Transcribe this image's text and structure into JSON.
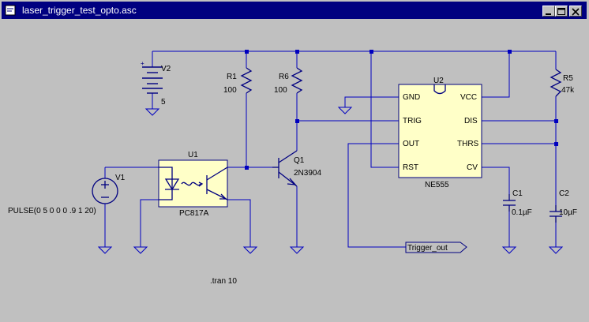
{
  "window": {
    "title": "laser_trigger_test_opto.asc",
    "controls": [
      "minimize",
      "maximize",
      "close"
    ]
  },
  "schematic": {
    "background": "#c0c0c0",
    "wire_color": "#0000c0",
    "component_color": "#000080",
    "component_fill": "#ffffc8",
    "labels": {
      "v2": "V2",
      "v2_value": "5",
      "r1": "R1",
      "r1_value": "100",
      "r6": "R6",
      "r6_value": "100",
      "u2": "U2",
      "r5": "R5",
      "r5_value": "47k",
      "gnd_pin": "GND",
      "vcc_pin": "VCC",
      "trig_pin": "TRIG",
      "dis_pin": "DIS",
      "out_pin": "OUT",
      "thrs_pin": "THRS",
      "rst_pin": "RST",
      "cv_pin": "CV",
      "ne555": "NE555",
      "u1": "U1",
      "v1": "V1",
      "v1_value": "PULSE(0 5 0 0 0 .9 1 20)",
      "q1": "Q1",
      "q1_model": "2N3904",
      "pc817": "PC817A",
      "c1": "C1",
      "c1_value": "0.1µF",
      "c2": "C2",
      "c2_value": "10µF",
      "net_trigger": "Trigger_out",
      "directive": ".tran 10"
    }
  }
}
